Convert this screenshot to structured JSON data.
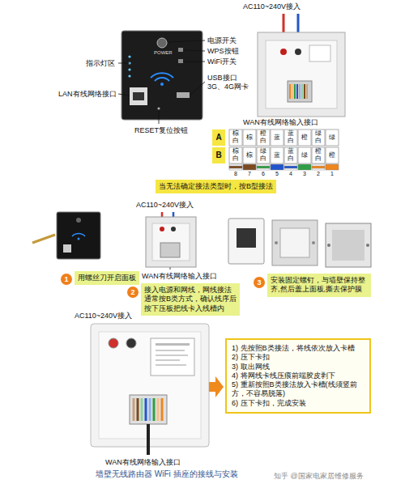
{
  "diagram": {
    "caption": "墙壁无线路由器 WiFi 插座的接线与安装",
    "nodes": [
      {
        "text": [
          "当无法确定接法类型时，按B型接法"
        ]
      },
      {
        "text": [
          "用螺丝刀开启面板"
        ]
      },
      {
        "text": [
          "接入电源和网线，网线接法通常按B类方式，确认线序后按下压板把线卡入线槽内"
        ]
      },
      {
        "text": [
          "安装固定螺钉，与墙壁保持整齐,然后盖上面板,撕去保护膜"
        ]
      },
      {
        "text": [
          "1) 先按照B类接法，将线依次放入卡槽",
          "2) 压下卡扣",
          "3) 取出网线",
          "4) 将网线卡线压痕前端胶皮剥下",
          "5) 重新按照B类接法放入卡槽(线须竖前方，不容易脱落)",
          "6) 压下卡扣，完成安装"
        ]
      }
    ],
    "labels": [
      "AC110~240V接入",
      "POWER",
      "指示灯区",
      "电源开关",
      "WPS按钮",
      "WiFi开关",
      "LAN有线网络接口",
      "USB接口 3G、4G网卡",
      "RESET复位按钮",
      "WAN有线网络输入接口",
      "A",
      "B",
      "棕白",
      "棕",
      "橙白",
      "蓝",
      "蓝白",
      "橙",
      "绿白",
      "绿",
      "棕白",
      "棕",
      "绿白",
      "蓝",
      "蓝白",
      "绿",
      "橙白",
      "橙",
      "8",
      "7",
      "6",
      "5",
      "4",
      "3",
      "2",
      "1",
      "AC110~240V接入",
      "WAN有线网络输入接口",
      "1",
      "2",
      "3",
      "AC110~240V接入",
      "WAN有线网络输入接口",
      "知乎 @国家电家居维修服务"
    ]
  }
}
